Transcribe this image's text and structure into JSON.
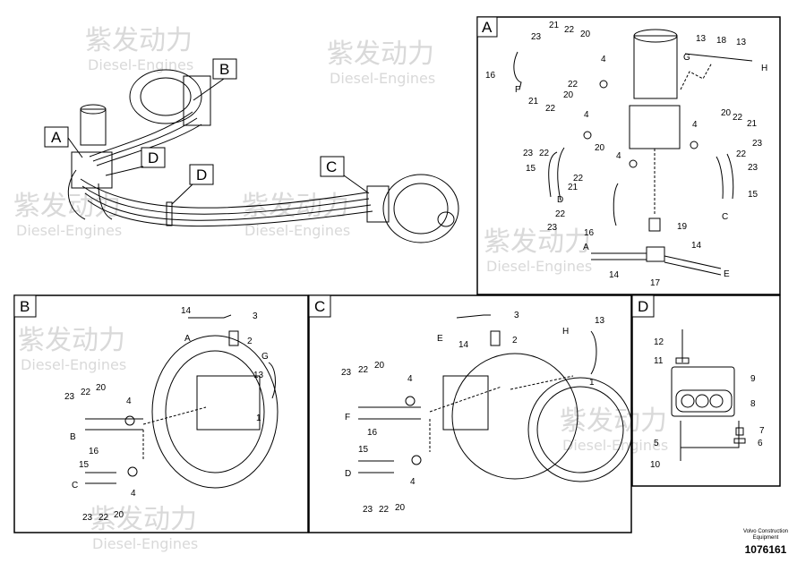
{
  "watermark": {
    "brand_cn": "紫发动力",
    "brand_en": "Diesel-Engines"
  },
  "overview": {
    "callouts": [
      "A",
      "B",
      "C",
      "D",
      "D"
    ]
  },
  "panels": {
    "A": {
      "title": "A",
      "parts": [
        "16",
        "F",
        "23",
        "21",
        "22",
        "20",
        "22",
        "4",
        "13",
        "18",
        "13",
        "G",
        "H",
        "21",
        "20",
        "22",
        "4",
        "23",
        "22",
        "20",
        "4",
        "15",
        "21",
        "22",
        "D",
        "22",
        "16",
        "23",
        "19",
        "A",
        "14",
        "17",
        "E",
        "14",
        "4",
        "20",
        "22",
        "21",
        "23",
        "22",
        "23",
        "15",
        "C"
      ]
    },
    "B": {
      "title": "B",
      "parts": [
        "14",
        "3",
        "A",
        "2",
        "13",
        "G",
        "1",
        "23",
        "22",
        "20",
        "4",
        "B",
        "16",
        "15",
        "C",
        "4",
        "23",
        "22",
        "20"
      ]
    },
    "C": {
      "title": "C",
      "parts": [
        "13",
        "H",
        "3",
        "E",
        "14",
        "2",
        "23",
        "22",
        "20",
        "4",
        "F",
        "16",
        "15",
        "D",
        "4",
        "23",
        "22",
        "20",
        "1"
      ]
    },
    "D": {
      "title": "D",
      "parts": [
        "12",
        "11",
        "9",
        "8",
        "7",
        "5",
        "6",
        "10"
      ]
    }
  },
  "footer": {
    "maker_line1": "Volvo Construction",
    "maker_line2": "Equipment",
    "drawing_no": "1076161"
  }
}
